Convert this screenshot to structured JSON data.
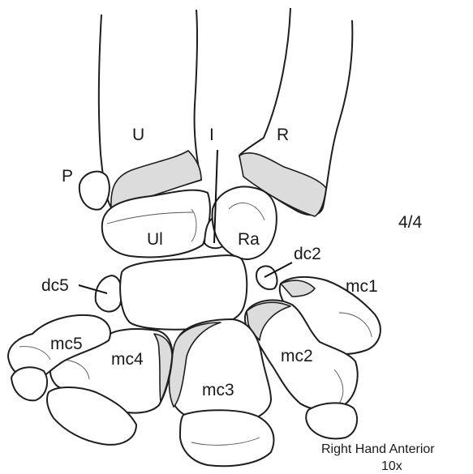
{
  "labels": {
    "U": "U",
    "R": "R",
    "I": "I",
    "P": "P",
    "Ul": "Ul",
    "Ra": "Ra",
    "dc2": "dc2",
    "dc5": "dc5",
    "mc1": "mc1",
    "mc2": "mc2",
    "mc3": "mc3",
    "mc4": "mc4",
    "mc5": "mc5"
  },
  "stage_label": "4/4",
  "caption": {
    "line1": "Right Hand Anterior",
    "line2": "10x"
  },
  "colors": {
    "outline": "#1e1e1e",
    "cartilage": "#dcdcdc",
    "bone_fill": "#ffffff"
  }
}
